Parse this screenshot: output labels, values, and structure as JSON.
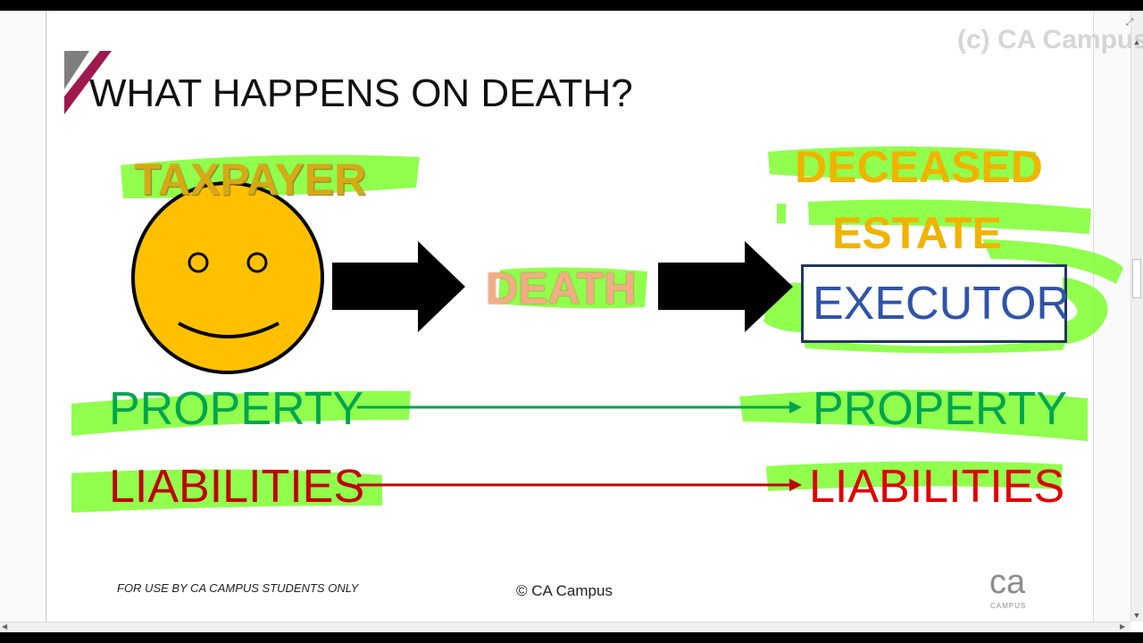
{
  "watermark": "(c) CA Campus",
  "slide": {
    "title": "WHAT HAPPENS ON DEATH?",
    "taxpayer_label": "TAXPAYER",
    "death_label": "DEATH",
    "deceased_label": "DECEASED",
    "estate_label": "ESTATE",
    "executor_label": "EXECUTOR",
    "property_left": "PROPERTY",
    "property_right": "PROPERTY",
    "liabilities_left": "LIABILITIES",
    "liabilities_right": "LIABILITIES",
    "footer_left": "FOR USE BY CA CAMPUS STUDENTS ONLY",
    "footer_center": "© CA Campus",
    "logo_ca": "ca",
    "logo_campus": "CAMPUS"
  },
  "colors": {
    "highlight": "#7dff2e",
    "smiley_fill": "#ffc000",
    "property_green": "#00a550",
    "liabilities_red": "#c00000",
    "executor_blue": "#2e54a8",
    "executor_border": "#1f3864",
    "accent_maroon": "#a01850"
  },
  "icons": {
    "smiley": "smiley-face-icon",
    "arrow": "right-arrow-icon",
    "expand": "expand-icon"
  }
}
